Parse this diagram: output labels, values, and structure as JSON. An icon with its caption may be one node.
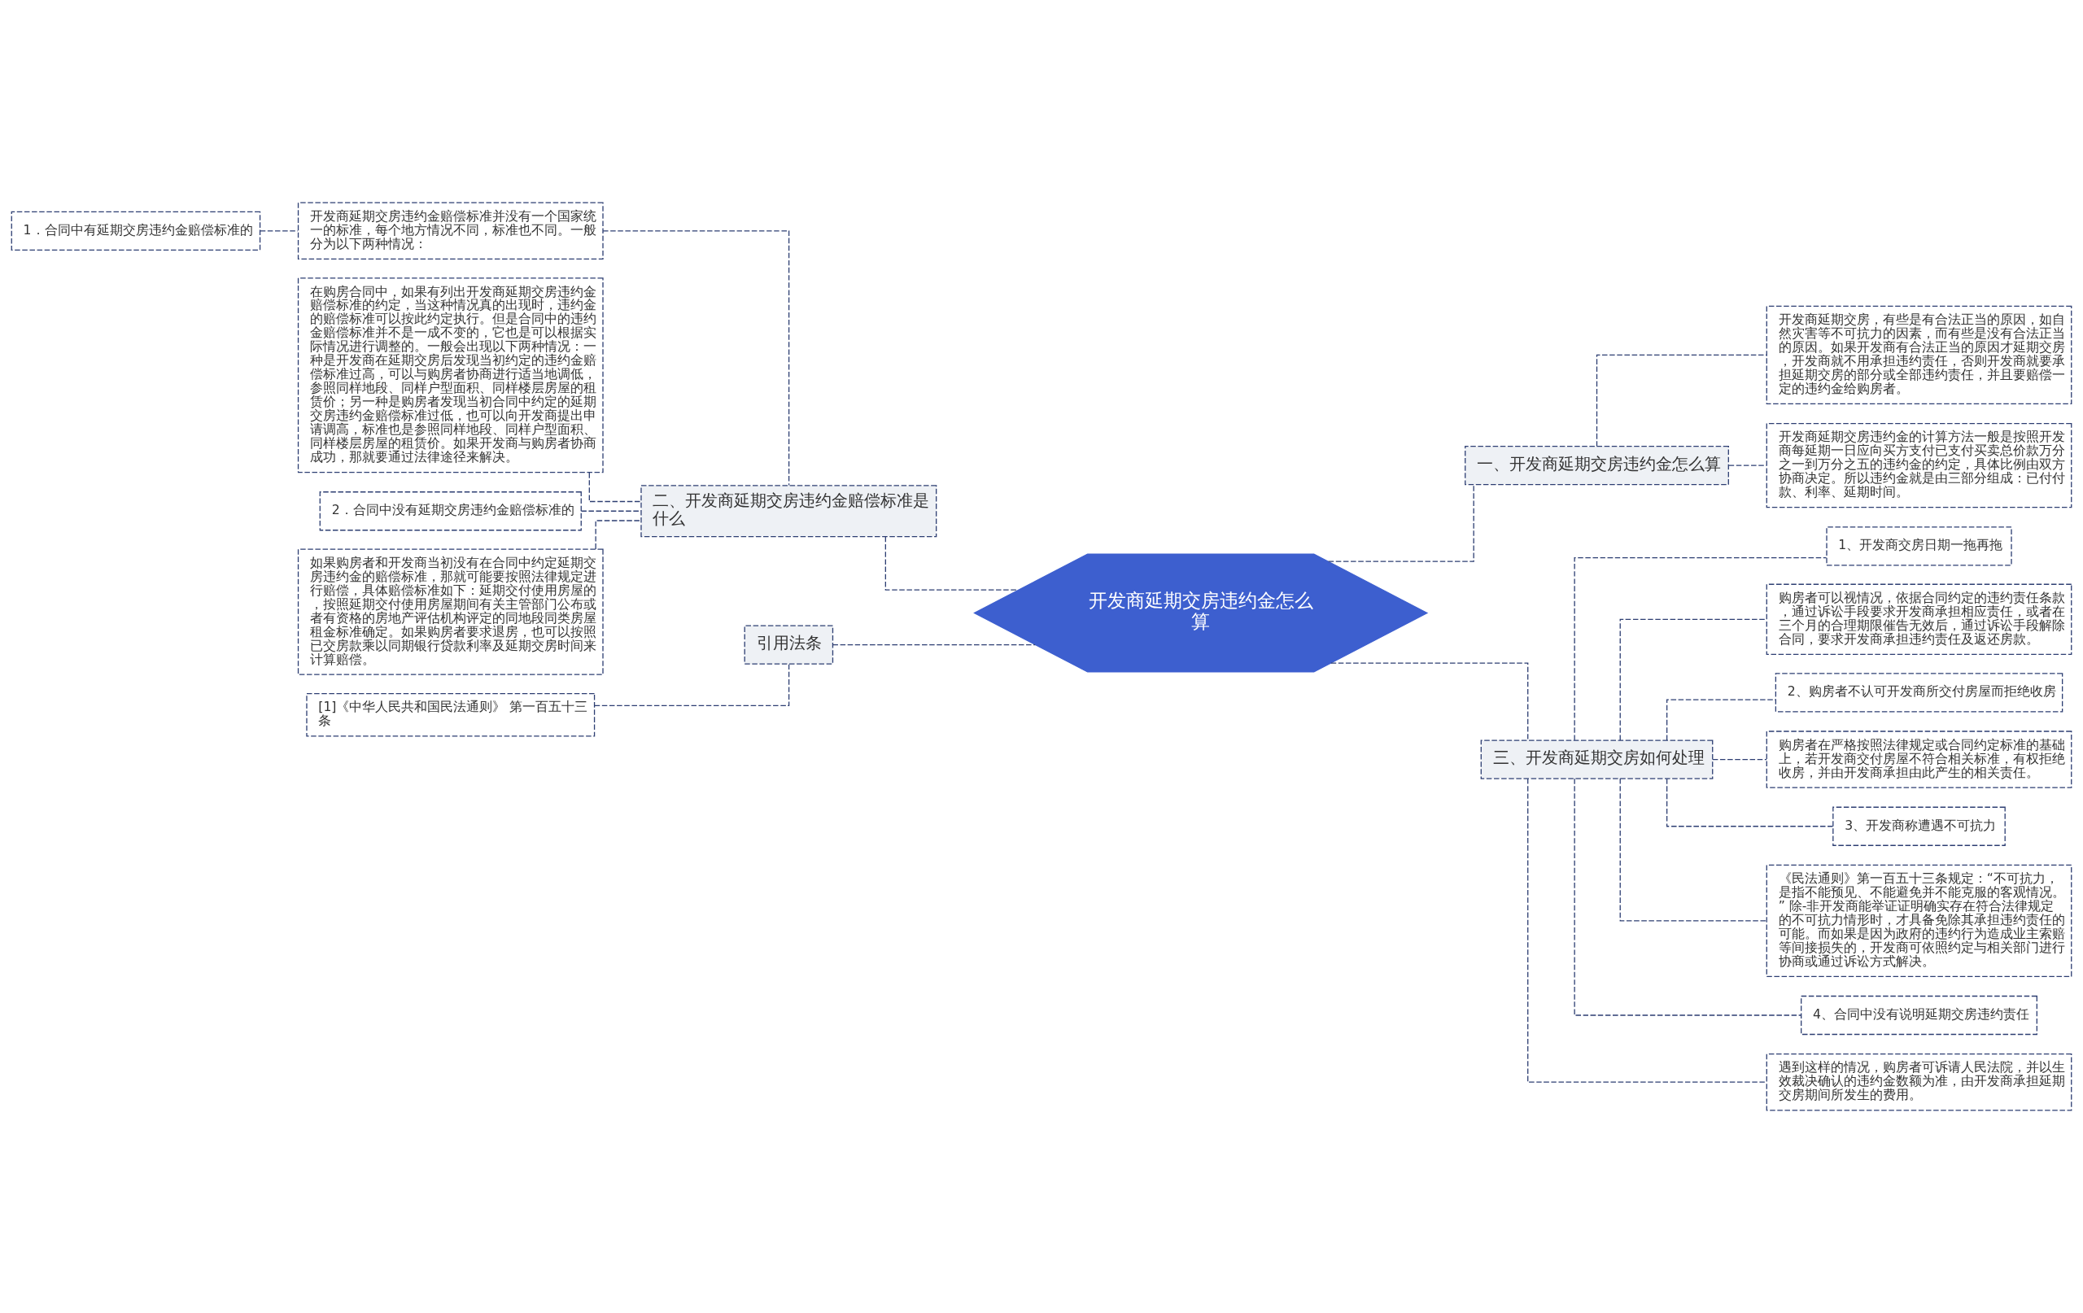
{
  "diagram": {
    "nodes": [
      {
        "text": [
          "开发商延期交房违约金怎么算"
        ]
      },
      {
        "text": [
          "一、开发商延期交房违约金怎么算"
        ]
      },
      {
        "text": [
          "开发商延期交房，有些是有合法正当的原因，如自然灾害等不可抗力的因素，而有些是没有合法正当的原因。如果开发商有合法正当的原因才延期交房，开发商就不用承担违约责任，否则开发商就要承担延期交房的部分或全部违约责任，并且要赔偿一定的违约金给购房者。"
        ]
      },
      {
        "text": [
          "开发商延期交房违约金的计算方法一般是按照开发商每延期一日应向买方支付已支付买卖总价款万分之一到万分之五的违约金的约定，具体比例由双方协商决定。所以违约金就是由三部分组成：已付付款、利率、延期时间。"
        ]
      },
      {
        "text": [
          "二、开发商延期交房违约金赔偿标准是什么"
        ]
      },
      {
        "text": [
          "开发商延期交房违约金赔偿标准并没有一个国家统一的标准，每个地方情况不同，标准也不同。一般分为以下两种情况："
        ]
      },
      {
        "text": [
          "1．合同中有延期交房违约金赔偿标准的"
        ]
      },
      {
        "text": [
          "在购房合同中，如果有列出开发商延期交房违约金赔偿标准的约定，当这种情况真的出现时，违约金的赔偿标准可以按此约定执行。但是合同中的违约金赔偿标准并不是一成不变的，它也是可以根据实际情况进行调整的。一般会出现以下两种情况：一种是开发商在延期交房后发现当初约定的违约金赔偿标准过高，可以与购房者协商进行适当地调低，参照同样地段、同样户型面积、同样楼层房屋的租赁价；另一种是购房者发现当初合同中约定的延期交房违约金赔偿标准过低，也可以向开发商提出申请调高，标准也是参照同样地段、同样户型面积、同样楼层房屋的租赁价。如果开发商与购房者协商成功，那就要通过法律途径来解决。"
        ]
      },
      {
        "text": [
          "2．合同中没有延期交房违约金赔偿标准的"
        ]
      },
      {
        "text": [
          "如果购房者和开发商当初没有在合同中约定延期交房违约金的赔偿标准，那就可能要按照法律规定进行赔偿，具体赔偿标准如下：延期交付使用房屋的，按照延期交付使用房屋期间有关主管部门公布或者有资格的房地产评估机构评定的同地段同类房屋租金标准确定。如果购房者要求退房，也可以按照已交房款乘以同期银行贷款利率及延期交房时间来计算赔偿。"
        ]
      },
      {
        "text": [
          "引用法条"
        ]
      },
      {
        "text": [
          "[1]《中华人民共和国民法通则》 第一百五十三条"
        ]
      },
      {
        "text": [
          "三、开发商延期交房如何处理"
        ]
      },
      {
        "text": [
          "1、开发商交房日期一拖再拖"
        ]
      },
      {
        "text": [
          "购房者可以视情况，依据合同约定的违约责任条款，通过诉讼手段要求开发商承担相应责任，或者在三个月的合理期限催告无效后，通过诉讼手段解除合同，要求开发商承担违约责任及返还房款。"
        ]
      },
      {
        "text": [
          "2、购房者不认可开发商所交付房屋而拒绝收房"
        ]
      },
      {
        "text": [
          "购房者在严格按照法律规定或合同约定标准的基础上，若开发商交付房屋不符合相关标准，有权拒绝收房，并由开发商承担由此产生的相关责任。"
        ]
      },
      {
        "text": [
          "3、开发商称遭遇不可抗力"
        ]
      },
      {
        "text": [
          "《民法通则》第一百五十三条规定：“不可抗力，是指不能预见、不能避免并不能克服的客观情况。” 除-非开发商能举证证明确实存在符合法律规定的不可抗力情形时，才具备免除其承担违约责任的可能。而如果是因为政府的违约行为造成业主索赔等间接损失的，开发商可依照约定与相关部门进行协商或通过诉讼方式解决。"
        ]
      },
      {
        "text": [
          "4、合同中没有说明延期交房违约责任"
        ]
      },
      {
        "text": [
          "遇到这样的情况，购房者可诉请人民法院，并以生效裁决确认的违约金数额为准，由开发商承担延期交房期间所发生的费用。"
        ]
      }
    ],
    "edges": [
      {
        "from": 0,
        "to": 1,
        "arrow": "none",
        "style": "dashed"
      },
      {
        "from": 1,
        "to": 2,
        "arrow": "none",
        "style": "dashed"
      },
      {
        "from": 1,
        "to": 3,
        "arrow": "none",
        "style": "dashed"
      },
      {
        "from": 0,
        "to": 4,
        "arrow": "none",
        "style": "dashed"
      },
      {
        "from": 4,
        "to": 5,
        "arrow": "none",
        "style": "dashed"
      },
      {
        "from": 5,
        "to": 6,
        "arrow": "none",
        "style": "dashed"
      },
      {
        "from": 4,
        "to": 7,
        "arrow": "none",
        "style": "dashed"
      },
      {
        "from": 4,
        "to": 8,
        "arrow": "none",
        "style": "dashed"
      },
      {
        "from": 4,
        "to": 9,
        "arrow": "none",
        "style": "dashed"
      },
      {
        "from": 0,
        "to": 10,
        "arrow": "none",
        "style": "dashed"
      },
      {
        "from": 10,
        "to": 11,
        "arrow": "none",
        "style": "dashed"
      },
      {
        "from": 0,
        "to": 12,
        "arrow": "none",
        "style": "dashed"
      },
      {
        "from": 12,
        "to": 13,
        "arrow": "none",
        "style": "dashed"
      },
      {
        "from": 12,
        "to": 14,
        "arrow": "none",
        "style": "dashed"
      },
      {
        "from": 12,
        "to": 15,
        "arrow": "none",
        "style": "dashed"
      },
      {
        "from": 12,
        "to": 16,
        "arrow": "none",
        "style": "dashed"
      },
      {
        "from": 12,
        "to": 17,
        "arrow": "none",
        "style": "dashed"
      },
      {
        "from": 12,
        "to": 18,
        "arrow": "none",
        "style": "dashed"
      },
      {
        "from": 12,
        "to": 19,
        "arrow": "none",
        "style": "dashed"
      },
      {
        "from": 12,
        "to": 20,
        "arrow": "none",
        "style": "dashed"
      }
    ]
  }
}
